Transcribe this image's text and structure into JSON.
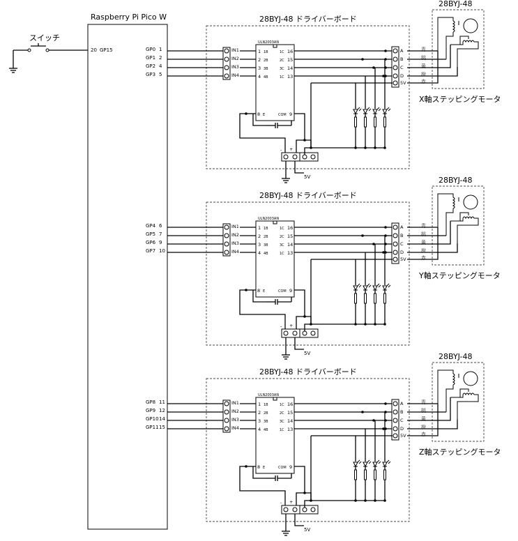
{
  "pico": {
    "title": "Raspberry Pi Pico W",
    "gp15_pin": "20",
    "gp15_label": "GP15"
  },
  "switch_label": "スイッチ",
  "channels": [
    {
      "board_title": "28BYJ-48 ドライバーボード",
      "motor_title": "28BYJ-48",
      "motor_label": "X軸ステッピングモータ",
      "gpio": [
        {
          "name": "GP0",
          "pin": "1"
        },
        {
          "name": "GP1",
          "pin": "2"
        },
        {
          "name": "GP2",
          "pin": "4"
        },
        {
          "name": "GP3",
          "pin": "5"
        }
      ]
    },
    {
      "board_title": "28BYJ-48 ドライバーボード",
      "motor_title": "28BYJ-48",
      "motor_label": "Y軸ステッピングモータ",
      "gpio": [
        {
          "name": "GP4",
          "pin": "6"
        },
        {
          "name": "GP5",
          "pin": "7"
        },
        {
          "name": "GP6",
          "pin": "9"
        },
        {
          "name": "GP7",
          "pin": "10"
        }
      ]
    },
    {
      "board_title": "28BYJ-48 ドライバーボード",
      "motor_title": "28BYJ-48",
      "motor_label": "Z軸ステッピングモータ",
      "gpio": [
        {
          "name": "GP8",
          "pin": "11"
        },
        {
          "name": "GP9",
          "pin": "12"
        },
        {
          "name": "GP10",
          "pin": "14"
        },
        {
          "name": "GP11",
          "pin": "15"
        }
      ]
    }
  ],
  "board": {
    "ic_name": "ULN2003AN",
    "in_labels": [
      "IN1",
      "IN2",
      "IN3",
      "IN4"
    ],
    "ic_left_pins": [
      "1",
      "2",
      "3",
      "4"
    ],
    "ic_left_names": [
      "1B",
      "2B",
      "3B",
      "4B"
    ],
    "ic_right_pins": [
      "16",
      "15",
      "14",
      "13"
    ],
    "ic_right_names": [
      "1C",
      "2C",
      "3C",
      "1C"
    ],
    "ic_e_pin": "8",
    "ic_e_name": "E",
    "ic_com_pin": "9",
    "ic_com_name": "COM",
    "out_labels": [
      "A",
      "B",
      "C",
      "D",
      "5V"
    ],
    "wire_colors": [
      "青",
      "桃",
      "黄",
      "橙",
      "赤"
    ],
    "minus": "-",
    "plus": "+",
    "supply_label": "5V"
  }
}
